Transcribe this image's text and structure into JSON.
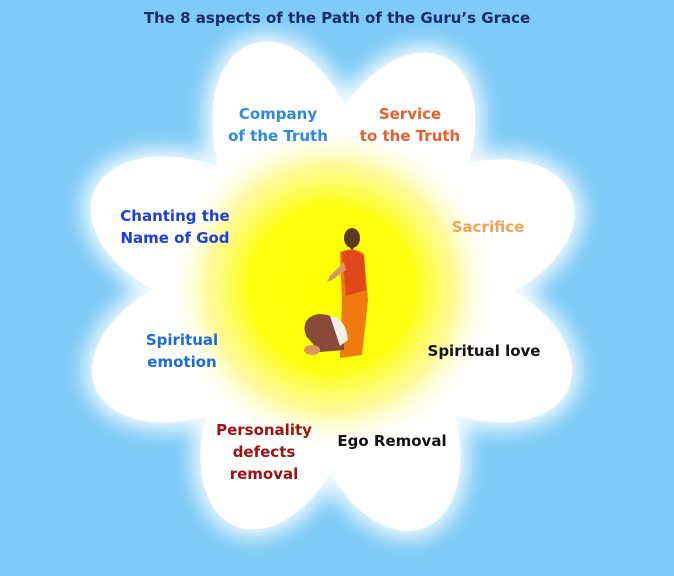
{
  "title": "The 8 aspects of the Path of the Guru’s Grace",
  "aspects": [
    {
      "label": "Company\nof the Truth",
      "color": "#2b8ae6"
    },
    {
      "label": "Service\nto the Truth",
      "color": "#e8602c"
    },
    {
      "label": "Sacrifice",
      "color": "#f2a455"
    },
    {
      "label": "Spiritual love",
      "color": "#111111"
    },
    {
      "label": "Ego Removal",
      "color": "#111111"
    },
    {
      "label": "Personality\ndefects\nremoval",
      "color": "#a01212"
    },
    {
      "label": "Spiritual\nemotion",
      "color": "#1a6ae0"
    },
    {
      "label": "Chanting the\nName of God",
      "color": "#1a3ee0"
    }
  ],
  "center_image": "guru-blessing-disciple"
}
